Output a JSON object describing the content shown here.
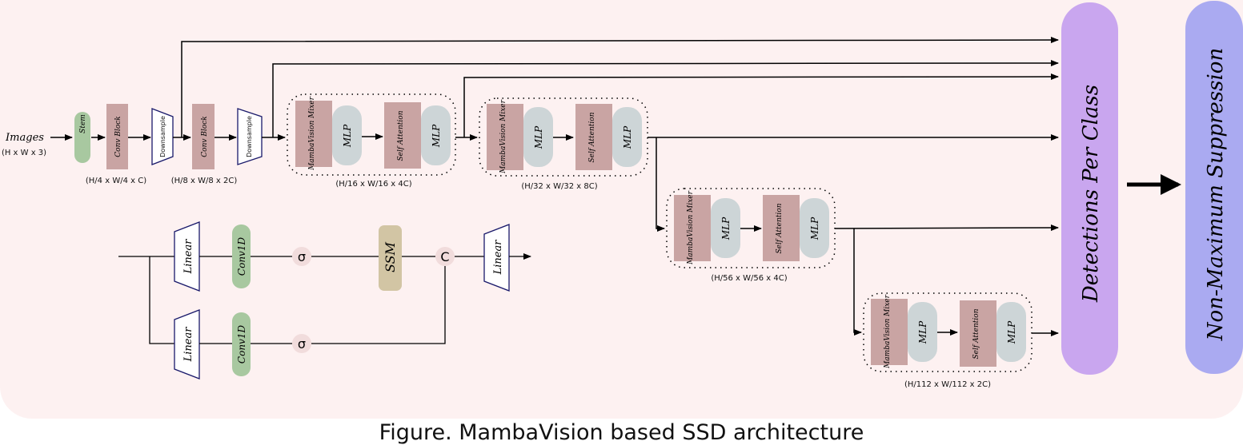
{
  "colors": {
    "background": "#fdf1f1",
    "stem": "#a8c8a0",
    "conv_block": "#c9a4a3",
    "mixer": "#c9a4a3",
    "mlp": "#cdd5d7",
    "conv1d": "#a8c8a0",
    "ssm": "#d2c5a4",
    "sigma_circle": "#f1dcdc",
    "detections": "#c9a6ef",
    "nms": "#aaaaf1",
    "trapezoid_stroke": "#1a1a6b"
  },
  "input": {
    "label": "Images",
    "shape": "(H x W x 3)"
  },
  "backbone": {
    "stem": "Stem",
    "conv_block": "Conv Block",
    "downsample": "Downsample",
    "stage1_shape": "(H/4 x W/4 x C)",
    "stage2_shape": "(H/8 x W/8 x 2C)"
  },
  "mamba_stages": [
    {
      "mixer": "MambaVision Mixer",
      "mlp": "MLP",
      "attention": "Self Attention",
      "shape": "(H/16 x W/16 x 4C)"
    },
    {
      "mixer": "MambaVision Mixer",
      "mlp": "MLP",
      "attention": "Self Attention",
      "shape": "(H/32 x W/32 x 8C)"
    },
    {
      "mixer": "MambaVision Mixer",
      "mlp": "MLP",
      "attention": "Self Attention",
      "shape": "(H/56 x W/56 x 4C)"
    },
    {
      "mixer": "MambaVision Mixer",
      "mlp": "MLP",
      "attention": "Self Attention",
      "shape": "(H/112 x W/112 x 2C)"
    }
  ],
  "mixer_detail": {
    "linear": "Linear",
    "conv1d": "Conv1D",
    "sigma": "σ",
    "ssm": "SSM",
    "concat": "C"
  },
  "head": {
    "detections": "Detections Per Class",
    "nms": "Non-Maximum Suppression"
  },
  "caption": "Figure. MambaVision based SSD architecture"
}
